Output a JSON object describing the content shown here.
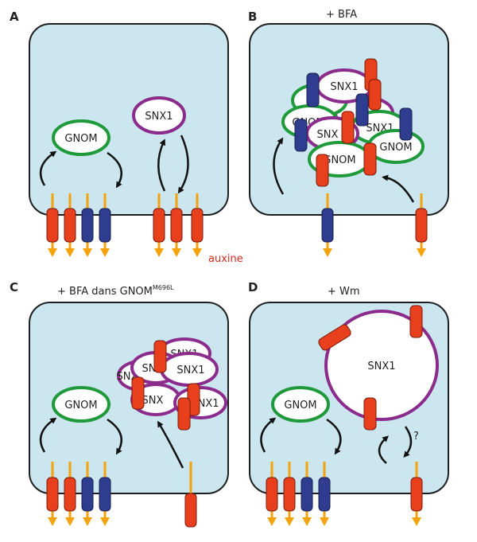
{
  "panels": {
    "A": {
      "letter": "A",
      "title": ""
    },
    "B": {
      "letter": "B",
      "title": "+ BFA"
    },
    "C": {
      "letter": "C",
      "title_main": "+ BFA dans GNOM",
      "title_sup": "M696L"
    },
    "D": {
      "letter": "D",
      "title": "+ Wm"
    }
  },
  "labels": {
    "gnom": "GNOM",
    "snx1": "SNX1",
    "snx_partial": "SNX",
    "gnom_partial": "GNOM",
    "auxin": "auxine",
    "question": "?"
  },
  "colors": {
    "cell_fill": "#cce6ef",
    "cell_stroke": "#1e1e1e",
    "gnom_ring": "#1e9a3b",
    "snx1_ring": "#8b2c8c",
    "carrier_red": "#e8401c",
    "carrier_blue": "#2e3d8f",
    "arrow_orange": "#f4a30d",
    "auxin_text": "#d82a1c"
  }
}
